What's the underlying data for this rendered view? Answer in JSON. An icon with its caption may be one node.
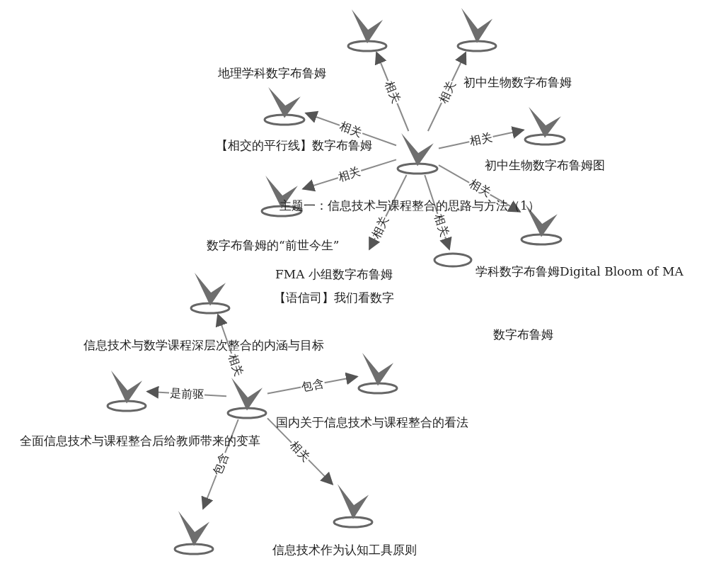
{
  "diagram": {
    "nodes": [
      {
        "text": [],
        "shape": "checkmark"
      },
      {
        "text": [],
        "shape": "checkmark"
      },
      {
        "text": [],
        "shape": "checkmark"
      },
      {
        "text": [],
        "shape": "checkmark"
      },
      {
        "text": [],
        "shape": "checkmark"
      },
      {
        "text": [],
        "shape": "checkmark"
      },
      {
        "text": [],
        "shape": "ellipse"
      },
      {
        "text": [],
        "shape": "checkmark"
      },
      {
        "text": [],
        "shape": "checkmark"
      },
      {
        "text": [],
        "shape": "checkmark"
      },
      {
        "text": [],
        "shape": "checkmark"
      },
      {
        "text": [],
        "shape": "checkmark"
      },
      {
        "text": [],
        "shape": "checkmark"
      },
      {
        "text": [],
        "shape": "checkmark"
      }
    ],
    "edges": [
      {
        "from": 0,
        "to": 1,
        "arrow": "to",
        "label": "相关"
      },
      {
        "from": 0,
        "to": 2,
        "arrow": "to",
        "label": "相关"
      },
      {
        "from": 0,
        "to": 3,
        "arrow": "to",
        "label": "相关"
      },
      {
        "from": 0,
        "to": 4,
        "arrow": "to",
        "label": "相关"
      },
      {
        "from": 0,
        "to": 5,
        "arrow": "to",
        "label": "相关"
      },
      {
        "from": 0,
        "to": null,
        "arrow": "to",
        "label": "相关"
      },
      {
        "from": 0,
        "to": 6,
        "arrow": "to",
        "label": "相关"
      },
      {
        "from": 0,
        "to": 7,
        "arrow": "to",
        "label": "相关"
      },
      {
        "from": 8,
        "to": 9,
        "arrow": "to",
        "label": "相关"
      },
      {
        "from": 8,
        "to": 10,
        "arrow": "to",
        "label": "是前驱"
      },
      {
        "from": 8,
        "to": 11,
        "arrow": "to",
        "label": "包含"
      },
      {
        "from": 8,
        "to": 12,
        "arrow": "to",
        "label": "包含"
      },
      {
        "from": 8,
        "to": 13,
        "arrow": "to",
        "label": "相关"
      }
    ],
    "labels": [
      "地理学科数字布鲁姆",
      "初中生物数字布鲁姆",
      "【相交的平行线】数字布鲁姆",
      "初中生物数字布鲁姆图",
      "主题一：信息技术与课程整合的思路与方法（1）",
      "数字布鲁姆的“前世今生”",
      "FMA 小组数字布鲁姆",
      "学科数字布鲁姆Digital Bloom of MA",
      "【语信司】我们看数字",
      "数字布鲁姆",
      "信息技术与数学课程深层次整合的内涵与目标",
      "国内关于信息技术与课程整合的看法",
      "全面信息技术与课程整合后给教师带来的变革",
      "信息技术作为认知工具原则"
    ]
  }
}
